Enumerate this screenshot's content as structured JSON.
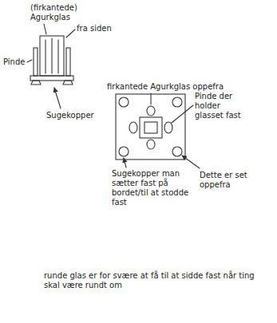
{
  "diagram": {
    "labels": [
      "(firkantede) Agurkglas",
      "fra siden",
      "Pinde",
      "Sugekopper",
      "firkantede Agurkglas oppefra",
      "Pinde der holder glasset fast",
      "Sugekopper man sætter fast på bordet/til at stodde fast",
      "Dette er set oppefra",
      "runde glas er for svære at få til at sidde fast når ting skal være rundt om"
    ]
  }
}
